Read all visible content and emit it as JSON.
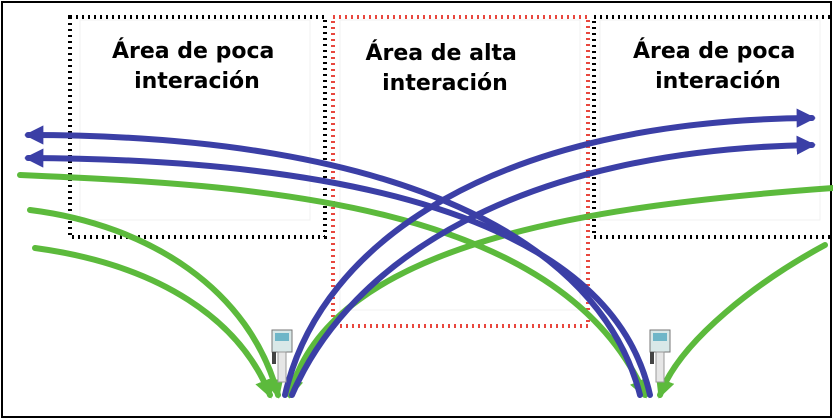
{
  "zones": [
    {
      "id": "left",
      "label_line1": "Área de poca",
      "label_line2": "interación",
      "border_color": "#000000"
    },
    {
      "id": "center",
      "label_line1": "Área de alta",
      "label_line2": "interación",
      "border_color": "#e8473e"
    },
    {
      "id": "right",
      "label_line1": "Área de poca",
      "label_line2": "interación",
      "border_color": "#000000"
    }
  ],
  "colors": {
    "blue_arrow": "#3b3fa6",
    "green_arrow": "#5cba3c",
    "frame": "#000000"
  },
  "icons": [
    "kiosk-icon",
    "kiosk-icon"
  ]
}
